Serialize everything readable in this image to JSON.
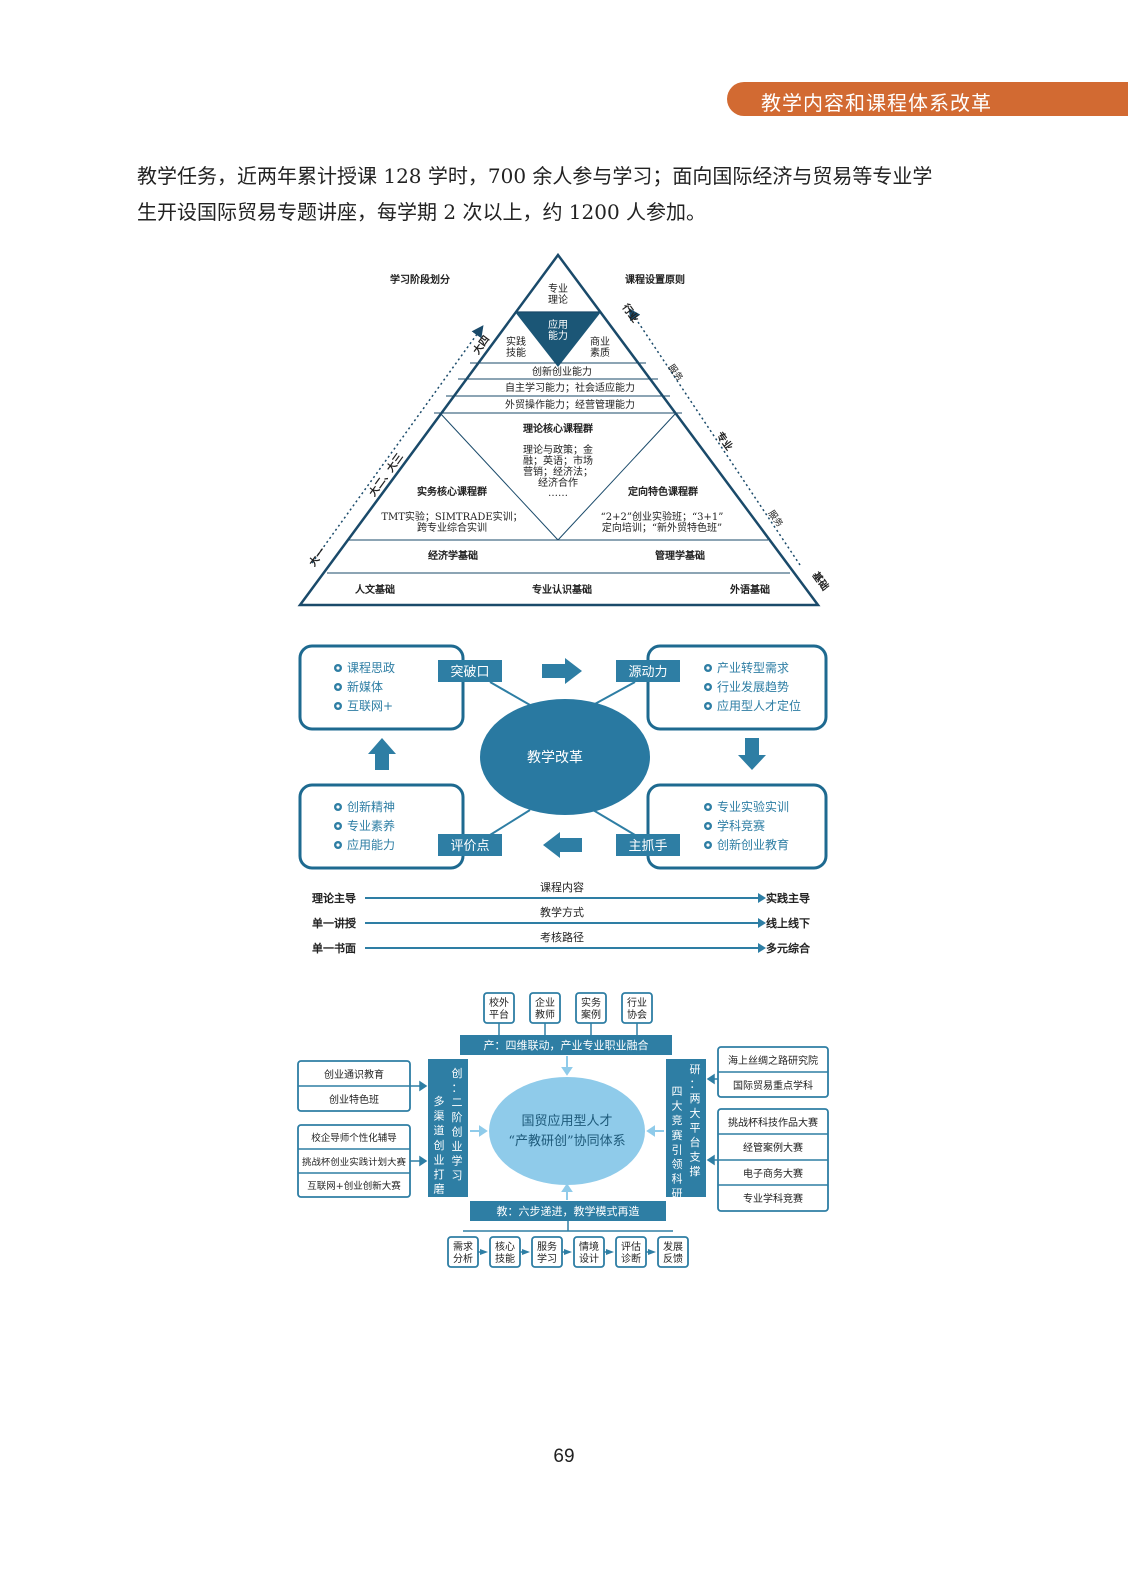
{
  "header": {
    "title": "教学内容和课程体系改革"
  },
  "body_text": {
    "line1": "教学任务，近两年累计授课 128 学时，700 余人参与学习；面向国际经济与贸易等专业学",
    "line2": "生开设国际贸易专题讲座，每学期 2 次以上，约 1200 人参加。"
  },
  "pyramid": {
    "left_heading": "学习阶段划分",
    "right_heading": "课程设置原则",
    "apex": [
      "专业",
      "理论"
    ],
    "inner": [
      "应用",
      "能力"
    ],
    "left_sub": [
      "实践",
      "技能"
    ],
    "right_sub": [
      "商业",
      "素质"
    ],
    "band1": "创新创业能力",
    "band2": "自主学习能力；社会适应能力",
    "band3": "外贸操作能力；经营管理能力",
    "theory_group_title": "理论核心课程群",
    "theory_group_lines": [
      "理论与政策；金",
      "融；英语；市场",
      "营销；经济法；",
      "经济合作",
      "……"
    ],
    "practice_group_title": "实务核心课程群",
    "practice_group_lines": [
      "TMT实验；SIMTRADE实训；",
      "跨专业综合实训"
    ],
    "directional_group_title": "定向特色课程群",
    "directional_group_lines": [
      "“2+2”创业实验班；“3+1”",
      "定向培训；“新外贸特色班”"
    ],
    "base_left": "经济学基础",
    "base_right": "管理学基础",
    "bottom": [
      "人文基础",
      "专业认识基础",
      "外语基础"
    ],
    "left_side": [
      "大一",
      "大二、大三",
      "大四"
    ],
    "right_side": [
      "行业",
      "服务",
      "专业",
      "服务",
      "基础"
    ]
  },
  "reform": {
    "center": "教学改革",
    "breakthrough": {
      "label": "突破口",
      "items": [
        "课程思政",
        "新媒体",
        "互联网+"
      ]
    },
    "driver": {
      "label": "源动力",
      "items": [
        "产业转型需求",
        "行业发展趋势",
        "应用型人才定位"
      ]
    },
    "evaluation": {
      "label": "评价点",
      "items": [
        "创新精神",
        "专业素养",
        "应用能力"
      ]
    },
    "grip": {
      "label": "主抓手",
      "items": [
        "专业实验实训",
        "学科竞赛",
        "创新创业教育"
      ]
    },
    "axes": [
      {
        "left": "理论主导",
        "middle": "课程内容",
        "right": "实践主导"
      },
      {
        "left": "单一讲授",
        "middle": "教学方式",
        "right": "线上线下"
      },
      {
        "left": "单一书面",
        "middle": "考核路径",
        "right": "多元综合"
      }
    ]
  },
  "system": {
    "center_line1": "国贸应用型人才",
    "center_line2": "“产教研创”协同体系",
    "top_boxes": [
      [
        "校外",
        "平台"
      ],
      [
        "企业",
        "教师"
      ],
      [
        "实务",
        "案例"
      ],
      [
        "行业",
        "协会"
      ]
    ],
    "top_bar": "产：四维联动，产业专业职业融合",
    "bottom_bar": "教：六步递进，教学模式再造",
    "bottom_boxes": [
      [
        "需求",
        "分析"
      ],
      [
        "核心",
        "技能"
      ],
      [
        "服务",
        "学习"
      ],
      [
        "情境",
        "设计"
      ],
      [
        "评估",
        "诊断"
      ],
      [
        "发展",
        "反馈"
      ]
    ],
    "left_bar": [
      "创",
      "：",
      "二",
      "阶",
      "创",
      "业",
      "学",
      "习"
    ],
    "left_bar2": [
      "多",
      "渠",
      "道",
      "创",
      "业",
      "打",
      "磨"
    ],
    "right_bar": [
      "研",
      "：",
      "两",
      "大",
      "平",
      "台",
      "支",
      "撑"
    ],
    "right_bar2": [
      "四",
      "大",
      "竞",
      "赛",
      "引",
      "领",
      "科",
      "研"
    ],
    "left_group1": [
      "创业通识教育",
      "创业特色班"
    ],
    "left_group2": [
      "校企导师个性化辅导",
      "挑战杯创业实践计划大赛",
      "互联网+创业创新大赛"
    ],
    "right_group1": [
      "海上丝绸之路研究院",
      "国际贸易重点学科"
    ],
    "right_group2": [
      "挑战杯科技作品大赛",
      "经管案例大赛",
      "电子商务大赛",
      "专业学科竞赛"
    ]
  },
  "footer": {
    "page_number": "69"
  },
  "colors": {
    "accent": "#d26a32",
    "blue": "#2e7ea4",
    "ellipse_dark": "#2979a1",
    "ellipse_light": "#8fcbea"
  }
}
